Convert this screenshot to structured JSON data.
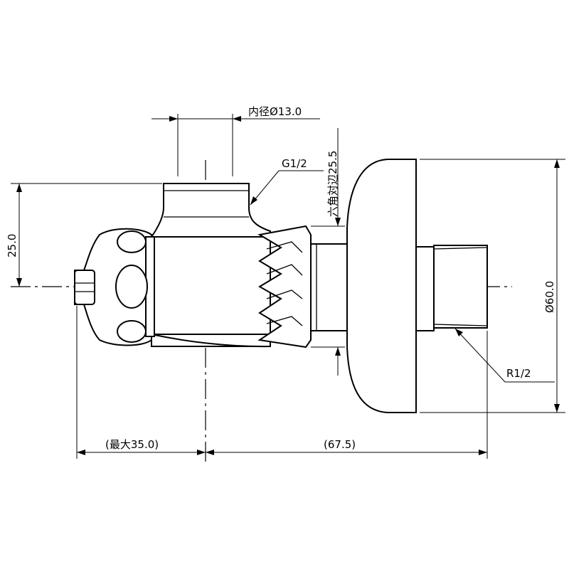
{
  "labels": {
    "inner_diameter": "内径Ø13.0",
    "thread_g": "G1/2",
    "hex_across_flats": "六角対辺25.5",
    "height": "25.0",
    "flange_diameter": "Ø60.0",
    "thread_r": "R1/2",
    "max_width": "(最大35.0)",
    "length": "(67.5)"
  }
}
